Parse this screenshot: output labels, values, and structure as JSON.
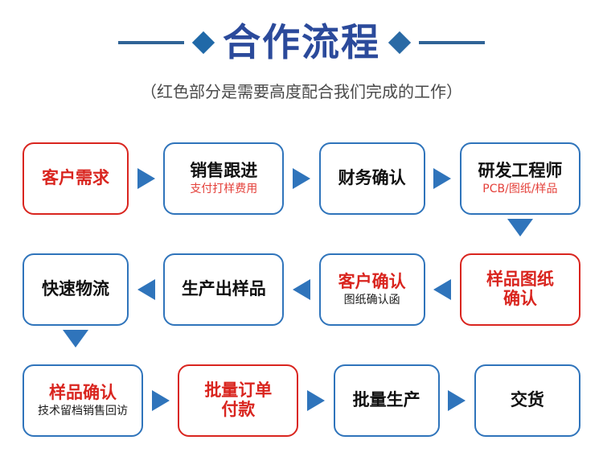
{
  "header": {
    "title": "合作流程",
    "subtitle": "（红色部分是需要高度配合我们完成的工作）",
    "decor_left_icon": "diamond-icon",
    "decor_right_icon": "diamond-icon"
  },
  "colors": {
    "title_blue": "#2b4a9b",
    "box_blue": "#2f74bb",
    "box_red": "#d9251f",
    "arrow_blue": "#2f74bb",
    "subtext_red": "#e4403a",
    "background": "#ffffff"
  },
  "flow": {
    "rows": [
      {
        "direction": "left-to-right",
        "nodes": [
          {
            "title": "客户需求",
            "sub": "",
            "border": "red",
            "title_color": "red"
          },
          {
            "title": "销售跟进",
            "sub": "支付打样费用",
            "border": "blue",
            "title_color": "black",
            "sub_color": "red"
          },
          {
            "title": "财务确认",
            "sub": "",
            "border": "blue",
            "title_color": "black"
          },
          {
            "title": "研发工程师",
            "sub": "PCB/图纸/样品",
            "border": "blue",
            "title_color": "black",
            "sub_color": "red"
          }
        ]
      },
      {
        "direction": "right-to-left",
        "nodes": [
          {
            "title": "快速物流",
            "sub": "",
            "border": "blue",
            "title_color": "black"
          },
          {
            "title": "生产出样品",
            "sub": "",
            "border": "blue",
            "title_color": "black"
          },
          {
            "title": "客户确认",
            "sub": "图纸确认函",
            "border": "blue",
            "title_color": "red",
            "sub_color": "black"
          },
          {
            "title": "样品图纸\n确认",
            "sub": "",
            "border": "red",
            "title_color": "red"
          }
        ]
      },
      {
        "direction": "left-to-right",
        "nodes": [
          {
            "title": "样品确认",
            "sub": "技术留档销售回访",
            "border": "blue",
            "title_color": "red",
            "sub_color": "black"
          },
          {
            "title": "批量订单\n付款",
            "sub": "",
            "border": "red",
            "title_color": "red"
          },
          {
            "title": "批量生产",
            "sub": "",
            "border": "blue",
            "title_color": "black"
          },
          {
            "title": "交货",
            "sub": "",
            "border": "blue",
            "title_color": "black"
          }
        ]
      }
    ],
    "connectors": [
      {
        "name": "connector-row1-to-row2",
        "icon": "arrow-down-icon",
        "position": "right"
      },
      {
        "name": "connector-row2-to-row3",
        "icon": "arrow-down-icon",
        "position": "left"
      }
    ]
  }
}
